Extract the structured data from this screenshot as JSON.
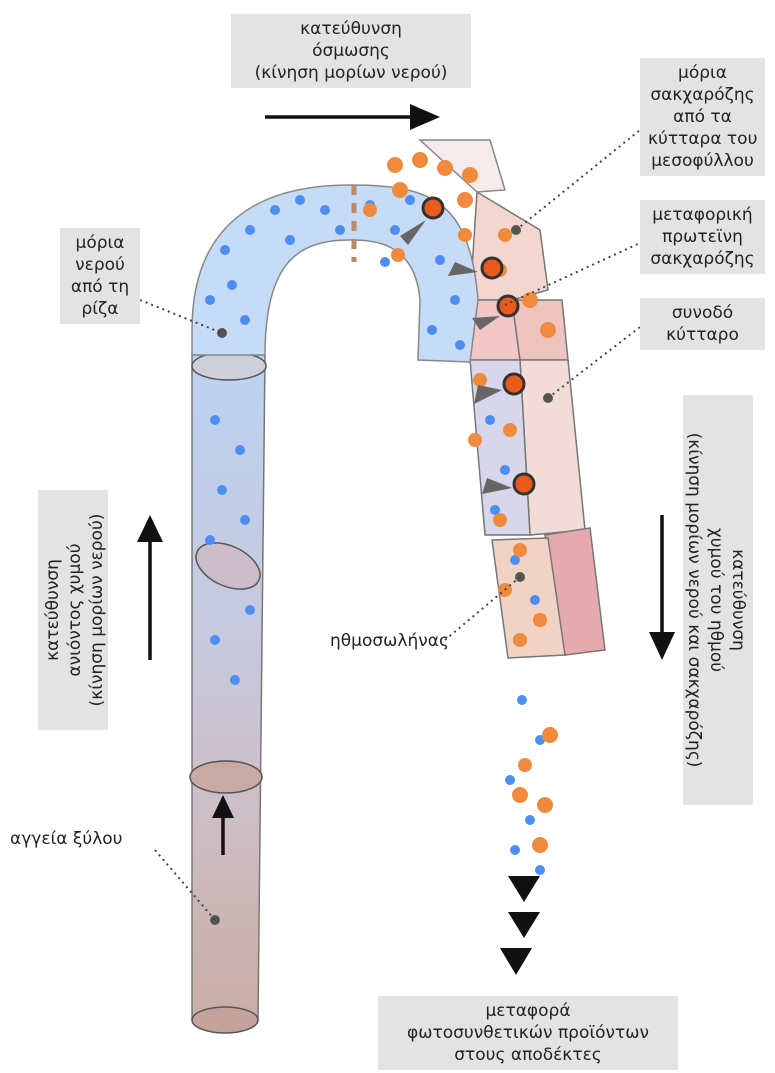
{
  "labels": {
    "osmosis": [
      "κατεύθυνση",
      "όσμωσης",
      "(κίνηση μορίων νερού)"
    ],
    "sucrose_from_mesophyll": [
      "μόρια",
      "σακχαρόζης",
      "από τα",
      "κύτταρα του",
      "μεσοφύλλου"
    ],
    "transport_protein": [
      "μεταφορική",
      "πρωτεϊνη",
      "σακχαρόζης"
    ],
    "companion_cell": [
      "συνοδό",
      "κύτταρο"
    ],
    "water_from_root": [
      "μόρια",
      "νερού",
      "από τη",
      "ρίζα"
    ],
    "xylem_direction": [
      "κατεύθυνση",
      "ανιόντος χυμού",
      "(κίνηση μορίων νερού)"
    ],
    "phloem_direction": [
      "κατεύθυνση",
      "χυμού του ηθμού",
      "(κίνηση μορίων νερού και σακχαρόζης)"
    ],
    "sieve_tube": "ηθμοσωλήνας",
    "xylem_vessels": "αγγεία ξύλου",
    "transport_products": [
      "μεταφορά",
      "φωτοσυνθετικών προϊόντων",
      "στους αποδέκτες"
    ]
  },
  "colors": {
    "water_molecule": "#4d8ef0",
    "sucrose_molecule": "#f08a3c",
    "label_background": "#e3e3e3",
    "arrow": "#111111",
    "xylem_tube": "#c8ccd8",
    "companion_cells": "#eeb5b0"
  }
}
